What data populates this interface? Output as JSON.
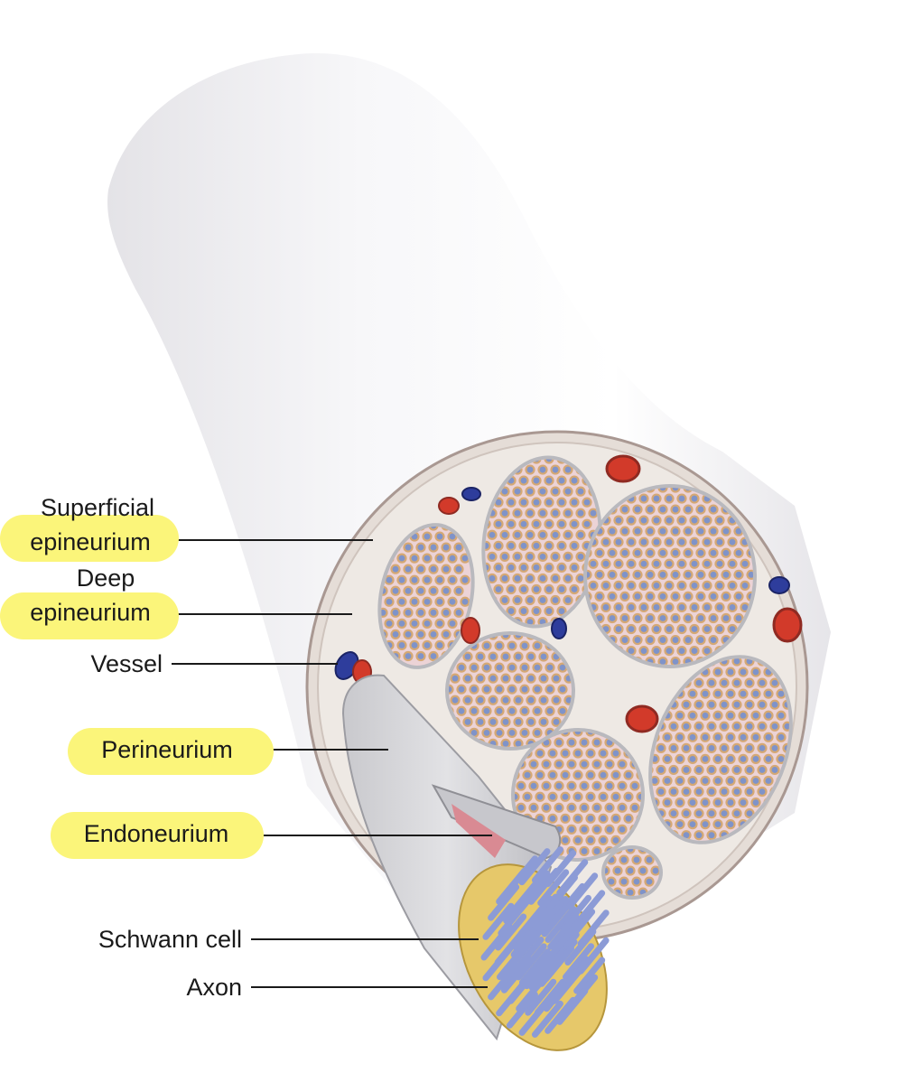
{
  "highlight_color": "#fbf57a",
  "colors": {
    "sheath": "#f2f1f3",
    "epineurium": "#ece7e2",
    "epineurium_rim": "#b9aca6",
    "perineurium": "#b8b8bd",
    "fascicle_interior": "#ecd3d6",
    "axon": "#7f93c9",
    "myelin": "#d5a874",
    "artery": "#d23a2a",
    "vein": "#2e3d9c",
    "schwann": "#e6c86a",
    "axon_fiber": "#8c9bd6"
  },
  "labels": {
    "superficial_1": "Superficial",
    "superficial_2": "epineurium",
    "deep_1": "Deep",
    "deep_2": "epineurium",
    "vessel": "Vessel",
    "perineurium": "Perineurium",
    "endoneurium": "Endoneurium",
    "schwann": "Schwann cell",
    "axon": "Axon"
  }
}
